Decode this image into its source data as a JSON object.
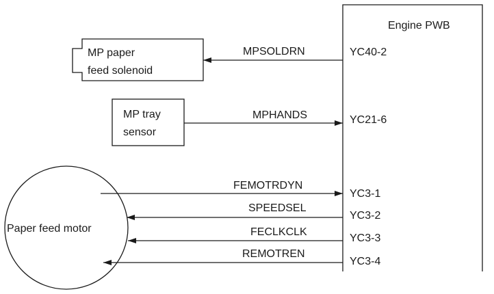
{
  "engine_board": {
    "title": "Engine PWB",
    "pins": [
      "YC40-2",
      "YC21-6",
      "YC3-1",
      "YC3-2",
      "YC3-3",
      "YC3-4"
    ]
  },
  "components": {
    "mp_solenoid": {
      "line1": "MP paper",
      "line2": "feed solenoid"
    },
    "mp_tray_sensor": {
      "line1": "MP tray",
      "line2": "sensor"
    },
    "paper_feed_motor": {
      "label": "Paper feed motor"
    }
  },
  "signals": {
    "mpsoldrn": {
      "name": "MPSOLDRN",
      "direction": "to-component"
    },
    "mphands": {
      "name": "MPHANDS",
      "direction": "to-board"
    },
    "femotrdyn": {
      "name": "FEMOTRDYN",
      "direction": "to-board"
    },
    "speedsel": {
      "name": "SPEEDSEL",
      "direction": "to-component"
    },
    "feclkclk": {
      "name": "FECLKCLK",
      "direction": "to-component"
    },
    "remotren": {
      "name": "REMOTREN",
      "direction": "to-component"
    }
  }
}
